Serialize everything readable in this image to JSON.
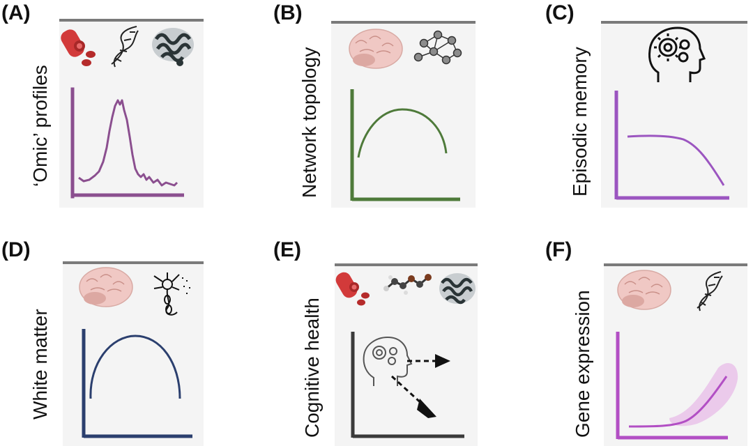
{
  "panels": [
    {
      "id": "A",
      "letter": "(A)",
      "label": "‘Omic’ profiles",
      "color": "#8b4f8f",
      "icons": [
        "blood-cells-icon",
        "dna-icon",
        "protein-structure-icon"
      ]
    },
    {
      "id": "B",
      "letter": "(B)",
      "label": "Network topology",
      "color": "#4e7a3a",
      "icons": [
        "brain-icon",
        "network-graph-icon"
      ]
    },
    {
      "id": "C",
      "letter": "(C)",
      "label": "Episodic memory",
      "color": "#9b55c0",
      "icons": [
        "head-gears-icon"
      ]
    },
    {
      "id": "D",
      "letter": "(D)",
      "label": "White matter",
      "color": "#2b3f6e",
      "icons": [
        "brain-icon",
        "neuron-icon"
      ]
    },
    {
      "id": "E",
      "letter": "(E)",
      "label": "Cognitive health",
      "color": "#3a3a3a",
      "icons": [
        "blood-cells-icon",
        "molecule-icon",
        "protein-structure-icon",
        "head-gears-icon",
        "arrow-right-icon",
        "arrow-down-right-icon"
      ]
    },
    {
      "id": "F",
      "letter": "(F)",
      "label": "Gene expression",
      "color": "#b24fc4",
      "icons": [
        "brain-icon",
        "dna-icon"
      ]
    }
  ],
  "colors": {
    "panel_bg": "#f4f4f4",
    "top_bar": "#7a7a7a",
    "blood": "#d23a3a"
  }
}
